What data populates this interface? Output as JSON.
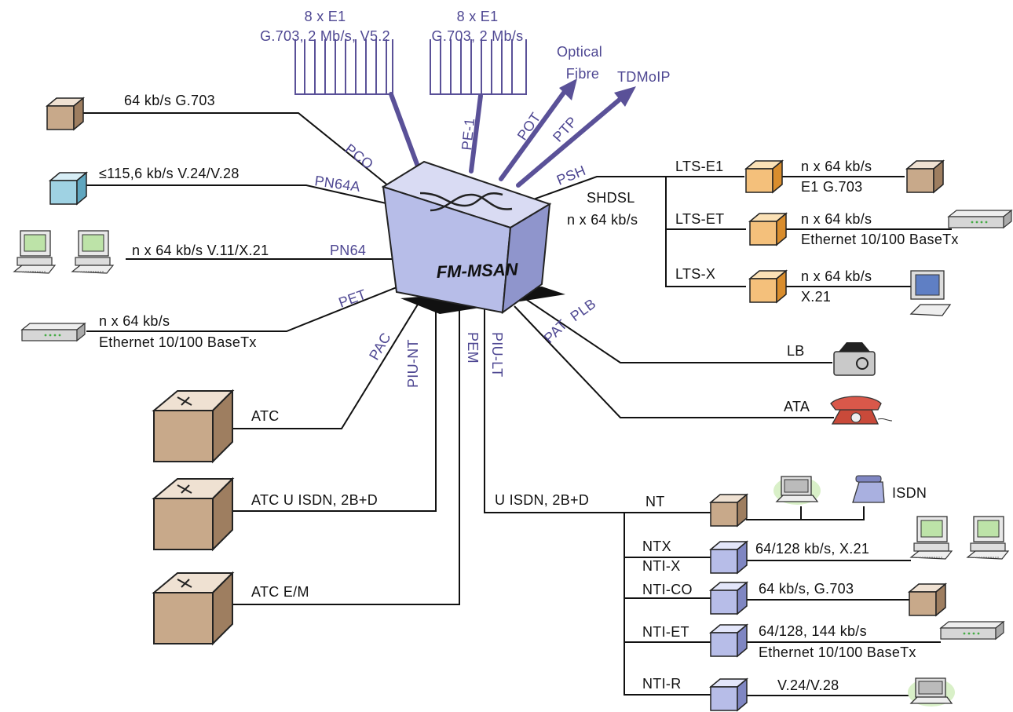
{
  "center": {
    "label": "FM-MSAN"
  },
  "top": {
    "e1_left_line1": "8 x E1",
    "e1_left_line2": "G.703, 2 Mb/s, V5.2",
    "e1_right_line1": "8 x E1",
    "e1_right_line2": "G.703, 2 Mb/s",
    "optical_line1": "Optical",
    "optical_line2": "Fibre",
    "tdmoip": "TDMoIP"
  },
  "ports": {
    "pco": "PCO",
    "pn64a": "PN64A",
    "pn64": "PN64",
    "pet": "PET",
    "pac": "PAC",
    "piu_nt": "PIU-NT",
    "pem": "PEM",
    "piu_lt": "PIU-LT",
    "pat": "PAT",
    "plb": "PLB",
    "psh": "PSH",
    "ptp": "PTP",
    "pot": "POT",
    "pe1": "PE-1"
  },
  "left": {
    "g703": "64 kb/s   G.703",
    "v24": "≤115,6 kb/s   V.24/V.28",
    "v11": "n x 64 kb/s   V.11/X.21",
    "eth_line1": "n x 64 kb/s",
    "eth_line2": "Ethernet 10/100 BaseTx",
    "atc1": "ATC",
    "atc2": "ATC   U  ISDN,  2B+D",
    "atc3": "ATC   E/M"
  },
  "right": {
    "shdsl_line1": "SHDSL",
    "shdsl_line2": "n x 64 kb/s",
    "lts_e1": "LTS-E1",
    "lts_e1_line1": "n x 64 kb/s",
    "lts_e1_line2": "E1 G.703",
    "lts_et": "LTS-ET",
    "lts_et_line1": "n x 64 kb/s",
    "lts_et_line2": "Ethernet 10/100 BaseTx",
    "lts_x": "LTS-X",
    "lts_x_line1": "n x 64 kb/s",
    "lts_x_line2": "X.21",
    "lb": "LB",
    "ata": "ATA"
  },
  "bottom": {
    "u_isdn": "U   ISDN,   2B+D",
    "nt": "NT",
    "isdn": "ISDN",
    "ntx": "NTX",
    "nti_x": "NTI-X",
    "ntx_speed": "64/128 kb/s, X.21",
    "nti_co": "NTI-CO",
    "nti_co_speed": "64 kb/s, G.703",
    "nti_et": "NTI-ET",
    "nti_et_line1": "64/128, 144 kb/s",
    "nti_et_line2": "Ethernet 10/100 BaseTx",
    "nti_r": "NTI-R",
    "nti_r_speed": "V.24/V.28"
  },
  "colors": {
    "purple": "#4e4792",
    "cube_brown": "#c8a98a",
    "cube_orange": "#f0b15a",
    "cube_lilac": "#b7bde8",
    "cube_cyan": "#9fd2e3"
  }
}
